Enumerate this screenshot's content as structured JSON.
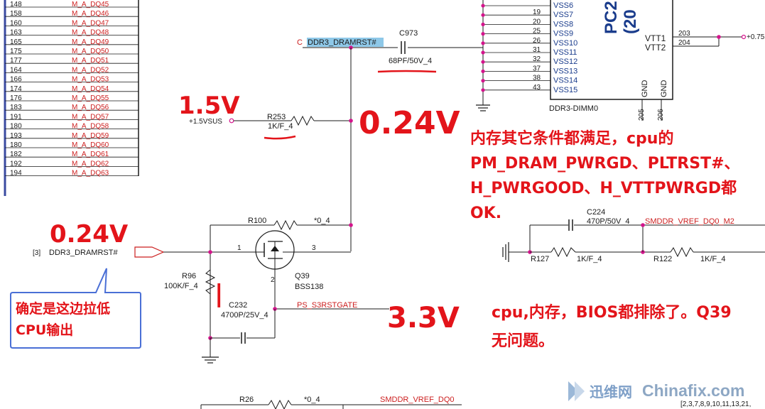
{
  "dq_rows": [
    {
      "num": "148",
      "label": "M_A_DQ45"
    },
    {
      "num": "158",
      "label": "M_A_DQ46"
    },
    {
      "num": "160",
      "label": "M_A_DQ47"
    },
    {
      "num": "163",
      "label": "M_A_DQ48"
    },
    {
      "num": "165",
      "label": "M_A_DQ49"
    },
    {
      "num": "175",
      "label": "M_A_DQ50"
    },
    {
      "num": "177",
      "label": "M_A_DQ51"
    },
    {
      "num": "164",
      "label": "M_A_DQ52"
    },
    {
      "num": "166",
      "label": "M_A_DQ53"
    },
    {
      "num": "174",
      "label": "M_A_DQ54"
    },
    {
      "num": "176",
      "label": "M_A_DQ55"
    },
    {
      "num": "183",
      "label": "M_A_DQ56"
    },
    {
      "num": "191",
      "label": "M_A_DQ57"
    },
    {
      "num": "180",
      "label": "M_A_DQ58"
    },
    {
      "num": "193",
      "label": "M_A_DQ59"
    },
    {
      "num": "180",
      "label": "M_A_DQ60"
    },
    {
      "num": "182",
      "label": "M_A_DQ61"
    },
    {
      "num": "192",
      "label": "M_A_DQ62"
    },
    {
      "num": "194",
      "label": "M_A_DQ63"
    }
  ],
  "vss_rows": [
    {
      "num": "",
      "label": "VSS6"
    },
    {
      "num": "19",
      "label": "VSS7"
    },
    {
      "num": "20",
      "label": "VSS8"
    },
    {
      "num": "25",
      "label": "VSS9"
    },
    {
      "num": "26",
      "label": "VSS10"
    },
    {
      "num": "31",
      "label": "VSS11"
    },
    {
      "num": "32",
      "label": "VSS12"
    },
    {
      "num": "37",
      "label": "VSS13"
    },
    {
      "num": "38",
      "label": "VSS14"
    },
    {
      "num": "43",
      "label": "VSS15"
    }
  ],
  "dimm": {
    "name": "DDR3-DIMM0",
    "ref": "PC2",
    "ref2": "(20",
    "vtt1": "VTT1",
    "vtt2": "VTT2",
    "vtt1_pin": "203",
    "vtt2_pin": "204",
    "vtt_rail": "+0.75",
    "gnd1": "GND",
    "gnd2": "GND",
    "gnd1_pin": "205",
    "gnd2_pin": "206"
  },
  "nets": {
    "c_prefix": "C",
    "reset_net": "DDR3_DRAMRST#",
    "c973_ref": "C973",
    "c973_val": "68PF/50V_4",
    "r253_ref": "R253",
    "r253_val": "1K/F_4",
    "v15_rail": "+1.5VSUS",
    "r100_ref": "R100",
    "r100_val": "*0_4",
    "port_index": "[3]",
    "port_net": "DDR3_DRAMRST#",
    "pin1": "1",
    "pin2": "2",
    "pin3": "3",
    "q39_ref": "Q39",
    "q39_val": "BSS138",
    "r96_ref": "R96",
    "r96_val": "100K/F_4",
    "c232_ref": "C232",
    "c232_val": "4700P/25V_4",
    "gate_net": "PS_S3RSTGATE",
    "c224_ref": "C224",
    "c224_val": "470P/50V_4",
    "smddr_net": "SMDDR_VREF_DQ0_M2",
    "r127_ref": "R127",
    "r127_val": "1K/F_4",
    "r122_ref": "R122",
    "r122_val": "1K/F_4",
    "r26_ref": "R26",
    "r26_val": "*0_4",
    "smddr_net2": "SMDDR_VREF_DQ0",
    "page_refs": "[2,3,7,8,9,10,11,13,21,"
  },
  "annotations": {
    "v15": "1.5V",
    "v024_top": "0.24V",
    "v024_left": "0.24V",
    "v33": "3.3V",
    "r96_mark": "|",
    "note1_line1": "内存其它条件都满足，cpu的",
    "note1_line2": "PM_DRAM_PWRGD、PLTRST#、",
    "note1_line3": "H_PWRGOOD、H_VTTPWRGD都",
    "note1_line4": "OK.",
    "note2_line1": "cpu,内存，BIOS都排除了。Q39",
    "note2_line2": "无问题。",
    "bubble_line1": "确定是这边拉低",
    "bubble_line2": "CPU输出"
  },
  "watermark": {
    "brand_cn": "迅维网",
    "brand_en": "Chinafix.com"
  },
  "colors": {
    "wire": "#1a1a1a",
    "net_label": "#cc1f1f",
    "annotation": "#e3141a",
    "junction": "#d4148c",
    "bubble_border": "#4a6fd6",
    "net_highlight": "#8ec8e8"
  }
}
